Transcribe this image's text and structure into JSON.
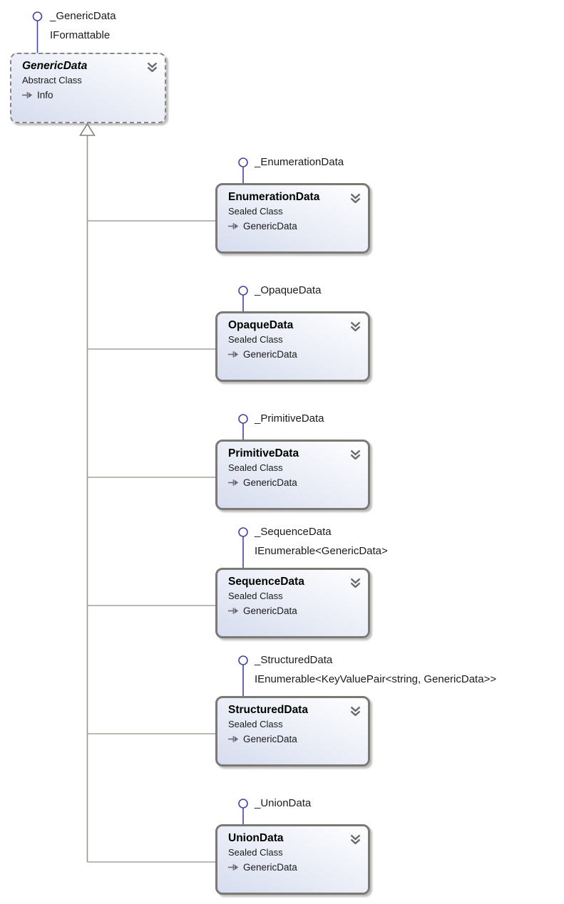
{
  "boxes": [
    {
      "title": "GenericData",
      "stereotype": "Abstract Class",
      "member": "Info",
      "interfaces": [
        "_GenericData",
        "IFormattable"
      ]
    },
    {
      "title": "EnumerationData",
      "stereotype": "Sealed Class",
      "member": "GenericData",
      "interfaces": [
        "_EnumerationData"
      ]
    },
    {
      "title": "OpaqueData",
      "stereotype": "Sealed Class",
      "member": "GenericData",
      "interfaces": [
        "_OpaqueData"
      ]
    },
    {
      "title": "PrimitiveData",
      "stereotype": "Sealed Class",
      "member": "GenericData",
      "interfaces": [
        "_PrimitiveData"
      ]
    },
    {
      "title": "SequenceData",
      "stereotype": "Sealed Class",
      "member": "GenericData",
      "interfaces": [
        "_SequenceData",
        "IEnumerable<GenericData>"
      ]
    },
    {
      "title": "StructuredData",
      "stereotype": "Sealed Class",
      "member": "GenericData",
      "interfaces": [
        "_StructuredData",
        "IEnumerable<KeyValuePair<string, GenericData>>"
      ]
    },
    {
      "title": "UnionData",
      "stereotype": "Sealed Class",
      "member": "GenericData",
      "interfaces": [
        "_UnionData"
      ]
    }
  ],
  "relationships": {
    "base_class": "GenericData",
    "derived_classes": [
      "EnumerationData",
      "OpaqueData",
      "PrimitiveData",
      "SequenceData",
      "StructuredData",
      "UnionData"
    ]
  },
  "icons": {
    "collapse": "double-chevron-down-icon",
    "member_kind": "arrow-right-icon",
    "interface_provider": "lollipop-icon",
    "inheritance": "hollow-triangle-icon"
  },
  "colors": {
    "box_border": "#7b7973",
    "box_border_dashed": "#8a8880",
    "box_gradient_start": "#ffffff",
    "box_gradient_end": "#d7ddef",
    "connector_line": "#9c9a92",
    "lollipop_stroke": "#45459f",
    "chevron": "#696969",
    "member_icon": "#6a6a72",
    "text": "#1a1a1a"
  }
}
